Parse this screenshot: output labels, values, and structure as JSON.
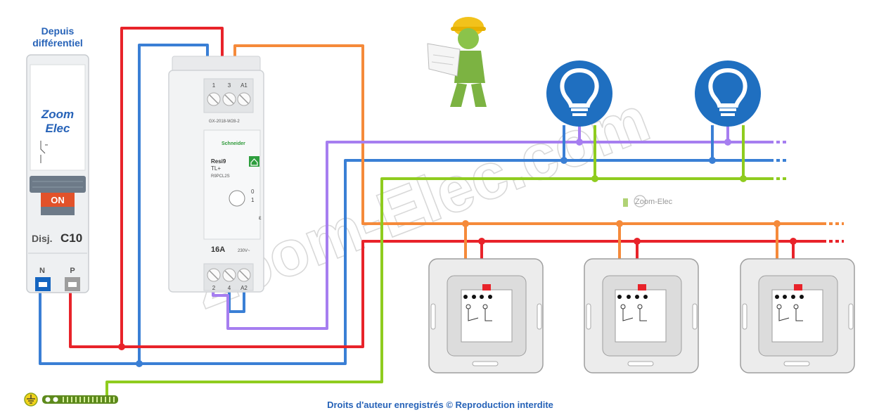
{
  "header": {
    "source_line1": "Depuis",
    "source_line2": "différentiel"
  },
  "breaker": {
    "brand_line1": "Zoom",
    "brand_line2": "Elec",
    "state_label": "ON",
    "rating_prefix": "Disj.",
    "rating": "C10",
    "terminal_n": "N",
    "terminal_p": "P"
  },
  "relay": {
    "top_terminals": [
      "1",
      "3",
      "A1"
    ],
    "bottom_terminals": [
      "2",
      "4",
      "A2"
    ],
    "code": "GX-2018-W28-2",
    "maker": "Schneider",
    "series": "Resi9",
    "type": "TL+",
    "reference": "R9PCL2S",
    "rating": "16A",
    "voltage": "230V~",
    "mode_0": "0",
    "mode_1": "1",
    "mark": "ε"
  },
  "watermark": {
    "main": "Zoom-Elec.com",
    "logo": "Zoom-Elec"
  },
  "footer": {
    "copyright": "Droits d'auteur enregistrés © Reproduction interdite"
  },
  "colors": {
    "phase": "#e8232a",
    "neutral": "#3a7fd5",
    "return": "#a67ef0",
    "control": "#f58a3a",
    "earth": "#8fcc1f",
    "lamp": "#1f6fc0",
    "brand": "#2763b8"
  },
  "icons": [
    "worker-icon",
    "lamp-icon",
    "earth-icon",
    "switch-icon"
  ]
}
